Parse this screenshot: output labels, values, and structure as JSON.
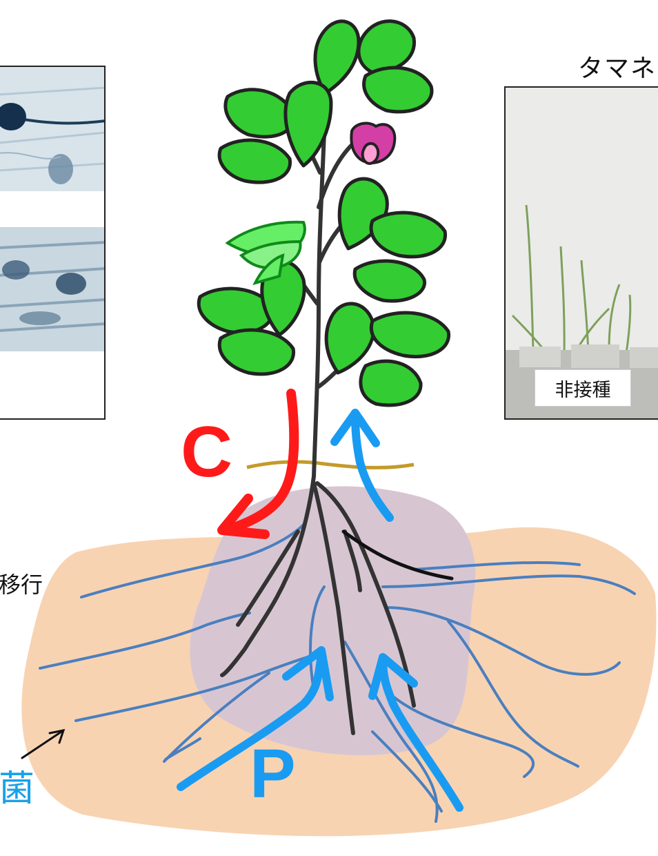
{
  "left_panel": {},
  "right_panel": {
    "title": "タマネ",
    "tag": "非接種"
  },
  "labels": {
    "carbon": "C",
    "phosphorus": "P",
    "left_fragment": "移行",
    "fungus_fragment": "菌"
  },
  "colors": {
    "leaf": "#33cc33",
    "outline": "#222222",
    "carbon_arrow": "#ff1a1a",
    "phosphorus_arrow": "#1a9bf2",
    "hyphae": "#4a7fbf",
    "soil": "#f8d3b2",
    "rhizosphere": "#d7c6d2",
    "ground_line": "#c49a2a",
    "flower": "#d43fa5"
  }
}
